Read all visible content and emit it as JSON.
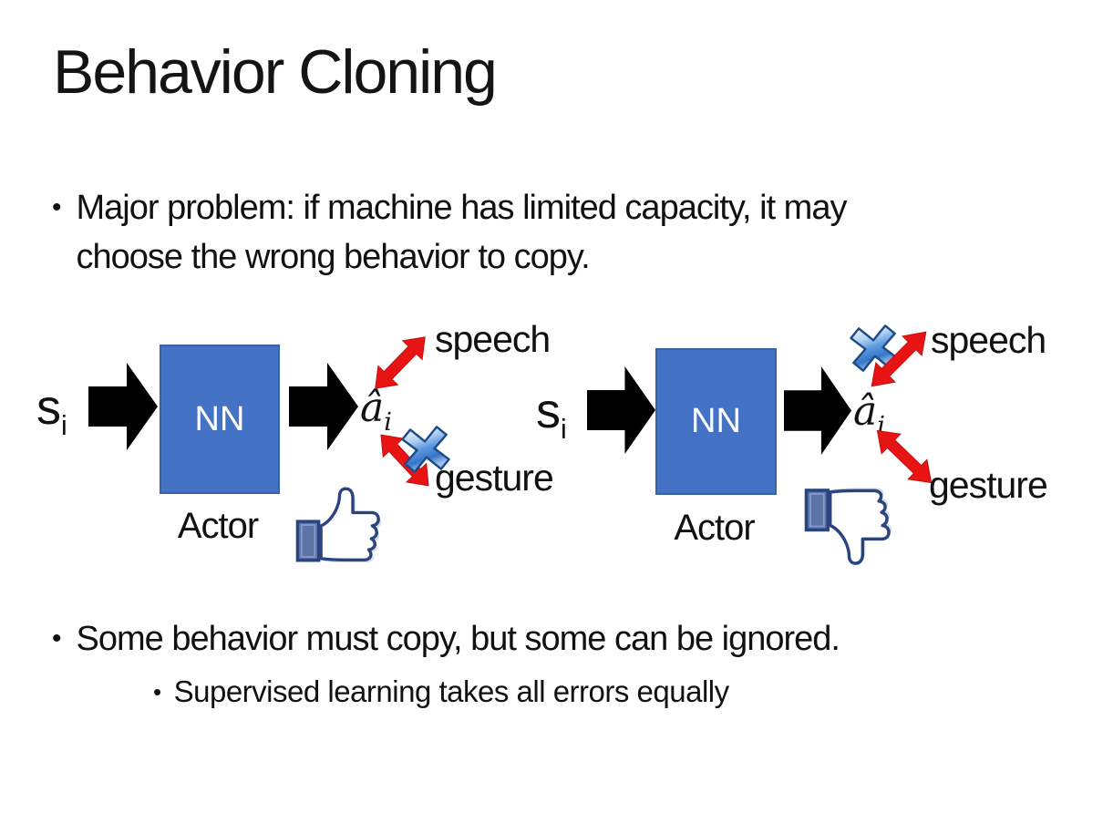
{
  "slide": {
    "title": "Behavior Cloning",
    "bullet_char": "•",
    "bullet1": "Major problem: if machine has limited capacity, it may choose the wrong behavior to copy.",
    "bullet2": "Some behavior must copy, but some can be ignored.",
    "sub_bullet1": "Supervised learning takes all errors equally",
    "diagrams": [
      {
        "id": "left",
        "input": "s",
        "input_sub": "i",
        "box": "NN",
        "box_caption": "Actor",
        "output": "â",
        "output_sub": "i",
        "speech_label": "speech",
        "gesture_label": "gesture",
        "crossed_out": "gesture",
        "feedback_icon": "thumbs-up-icon"
      },
      {
        "id": "right",
        "input": "s",
        "input_sub": "i",
        "box": "NN",
        "box_caption": "Actor",
        "output": "â",
        "output_sub": "i",
        "speech_label": "speech",
        "gesture_label": "gesture",
        "crossed_out": "speech",
        "feedback_icon": "thumbs-down-icon"
      }
    ],
    "icons": {
      "flow_arrow": "black-right-arrow-icon",
      "relation_arrow": "red-double-arrow-icon",
      "cross": "blue-cross-x-icon",
      "thumbs_up": "thumbs-up-icon",
      "thumbs_down": "thumbs-down-icon"
    },
    "colors": {
      "background": "#FFFFFF",
      "text": "#111111",
      "nn_box_fill": "#4472C4",
      "nn_box_border": "#3A62A7",
      "nn_text": "#FFFFFF",
      "flow_arrow": "#000000",
      "relation_arrow": "#E81414",
      "cross_blue_light": "#B9D4F2",
      "cross_blue_dark": "#3875C6",
      "thumb_outline": "#29447E",
      "thumb_cuff_fill": "#5B74A8"
    }
  }
}
